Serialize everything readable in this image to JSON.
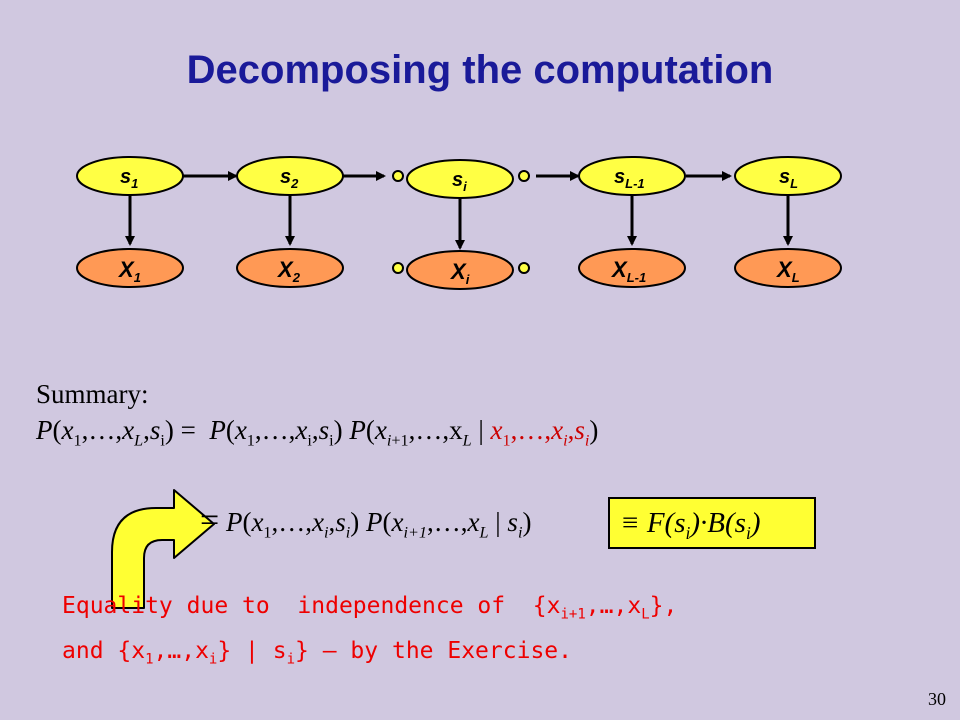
{
  "title": "Decomposing the computation",
  "nodes": {
    "s1": {
      "base": "s",
      "sub": "1"
    },
    "s2": {
      "base": "s",
      "sub": "2"
    },
    "si": {
      "base": "s",
      "sub": "i"
    },
    "sL1": {
      "base": "s",
      "sub": "L-1"
    },
    "sL": {
      "base": "s",
      "sub": "L"
    },
    "x1": {
      "base": "X",
      "sub": "1"
    },
    "x2": {
      "base": "X",
      "sub": "2"
    },
    "xi": {
      "base": "X",
      "sub": "i"
    },
    "xL1": {
      "base": "X",
      "sub": "L-1"
    },
    "xL": {
      "base": "X",
      "sub": "L"
    }
  },
  "colors": {
    "background": "#d0c8e0",
    "title": "#1a1a99",
    "state_node": "#ffff44",
    "obs_node": "#ff9955",
    "box": "#ffff33",
    "highlight": "#cc0000"
  },
  "summary": {
    "label": "Summary:"
  },
  "fb_box_label": "≡ F(si)·B(si)",
  "note": {
    "line1": "Equality due to independence of {xi+1,…,xL},",
    "line2": "and {x1,…,xi} | si} – by the Exercise."
  },
  "page_number": "30"
}
